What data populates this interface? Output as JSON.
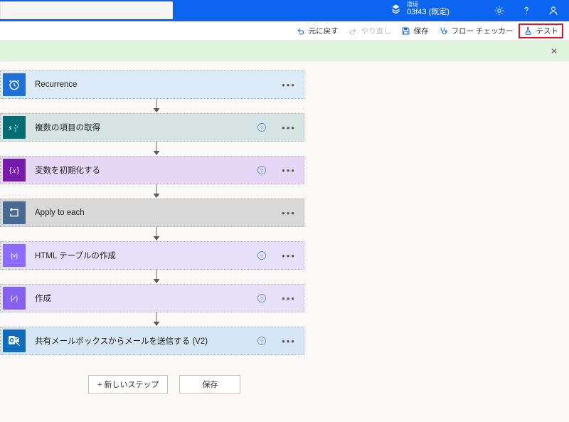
{
  "topbar": {
    "flow_name_value": "",
    "flow_name_placeholder": "",
    "environment_label": "環境",
    "environment_value": "03f43 (既定)",
    "environment_icon": "environment-icon",
    "settings_icon": "gear-icon",
    "help_icon": "question-mark-icon",
    "account_icon": "person-icon",
    "background_color": "#0b65f1"
  },
  "toolbar": {
    "undo_label": "元に戻す",
    "redo_label": "やり直し",
    "save_label": "保存",
    "flow_checker_label": "フロー チェッカー",
    "test_label": "テスト",
    "highlight_color": "#e81123"
  },
  "notification": {
    "message": "",
    "close_label": "✕",
    "background_color": "#dff3dd"
  },
  "flow": {
    "steps": [
      {
        "title": "Recurrence",
        "icon_name": "recurrence-clock-icon",
        "icon_bg": "#1f6fd9",
        "card_bg": "#ddeaf8",
        "has_help": false
      },
      {
        "title": "複数の項目の取得",
        "icon_name": "sharepoint-icon",
        "icon_bg": "#036c70",
        "card_bg": "#d6e4e4",
        "has_help": true
      },
      {
        "title": "変数を初期化する",
        "icon_name": "initialize-variable-icon",
        "icon_bg": "#7719aa",
        "card_bg": "#e7d7f6",
        "has_help": true
      },
      {
        "title": "Apply to each",
        "icon_name": "apply-to-each-loop-icon",
        "icon_bg": "#486991",
        "card_bg": "#d8d8d8",
        "has_help": false
      },
      {
        "title": "HTML テーブルの作成",
        "icon_name": "create-html-table-icon",
        "icon_bg": "#8c6cff",
        "card_bg": "#e6e0fb",
        "has_help": true
      },
      {
        "title": "作成",
        "icon_name": "compose-icon",
        "icon_bg": "#8661f0",
        "card_bg": "#e6e0fb",
        "has_help": true
      },
      {
        "title": "共有メールボックスからメールを送信する (V2)",
        "icon_name": "outlook-icon",
        "icon_bg": "#0f6cbd",
        "card_bg": "#d7e6f7",
        "has_help": true
      }
    ],
    "menu_glyph": "•••",
    "help_glyph": "?"
  },
  "bottom": {
    "new_step_label": "+ 新しいステップ",
    "save_label": "保存"
  }
}
